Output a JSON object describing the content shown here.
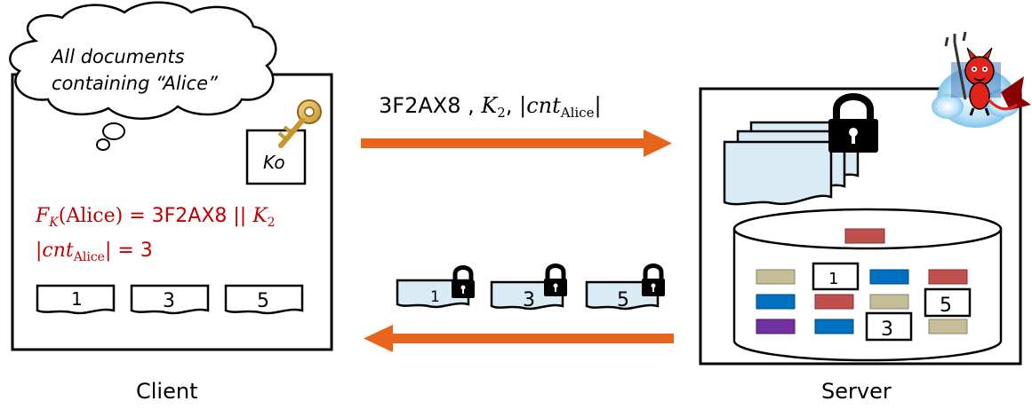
{
  "thought_bubble": {
    "line1": "All documents",
    "line2": "containing “Alice”"
  },
  "client": {
    "label": "Client",
    "key_box_label": "Ko",
    "prf": {
      "lhs_main": "F",
      "lhs_sub": "K",
      "lhs_arg": "(Alice)",
      "eq": " = ",
      "token": "3F2AX8",
      "concat": " || ",
      "k2_main": "K",
      "k2_sub": "2"
    },
    "cnt": {
      "bar_open": "|",
      "cnt_main": "cnt",
      "cnt_sub": "Alice",
      "bar_close": "|",
      "eq": " = 3"
    },
    "documents": [
      "1",
      "3",
      "5"
    ]
  },
  "request": {
    "token": "3F2AX8 , ",
    "k_main": "K",
    "k_sub": "2",
    "sep": ", ",
    "bar_open": "|",
    "cnt_main": "cnt",
    "cnt_sub": "Alice",
    "bar_close": "|"
  },
  "response": {
    "documents": [
      "1",
      "3",
      "5"
    ]
  },
  "server": {
    "label": "Server",
    "db_docs": [
      "1",
      "5",
      "3"
    ]
  },
  "colors": {
    "arrow": "#E8641B",
    "red_text": "#C00000",
    "doc_fill": "#D9EBF5",
    "block_red": "#C0504D",
    "block_blue": "#0070C0",
    "block_tan": "#C4BD97",
    "block_purple": "#7030A0"
  }
}
